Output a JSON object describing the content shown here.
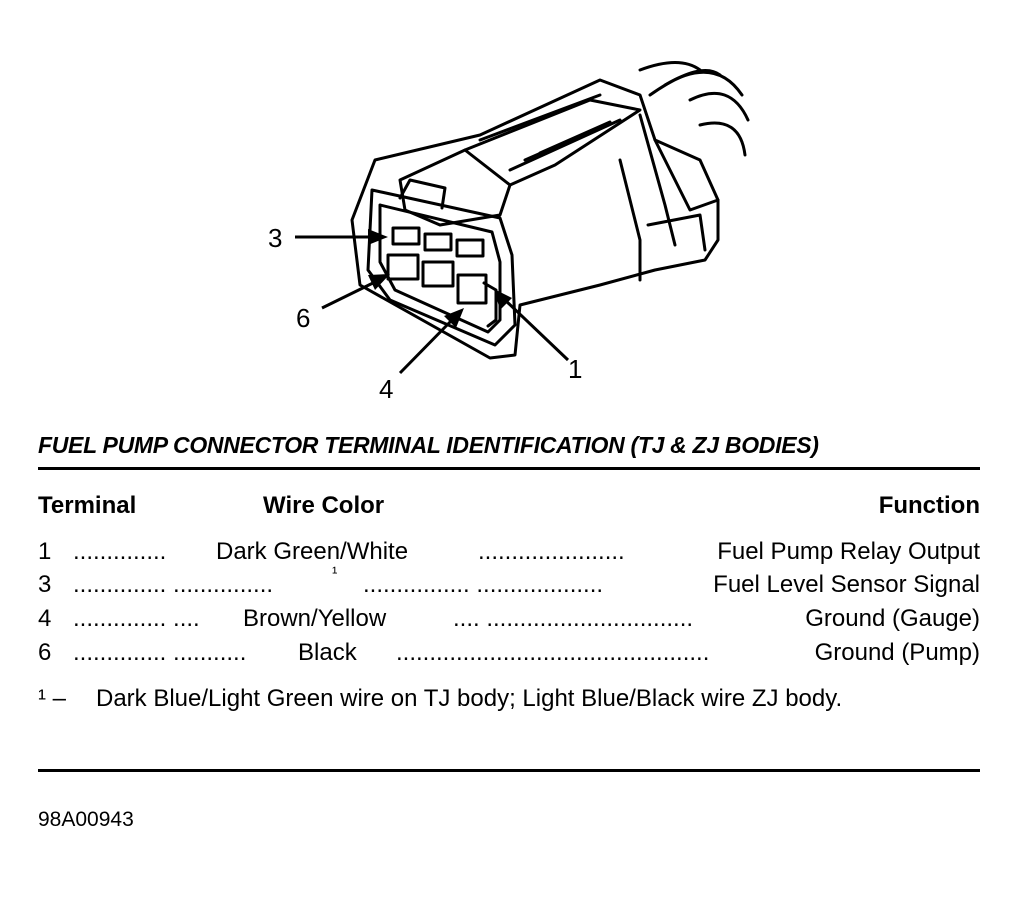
{
  "diagram": {
    "callouts": [
      "3",
      "6",
      "4",
      "1"
    ]
  },
  "title": "FUEL PUMP CONNECTOR TERMINAL IDENTIFICATION (TJ & ZJ BODIES)",
  "table": {
    "headers": {
      "terminal": "Terminal",
      "wire_color": "Wire Color",
      "function": "Function"
    },
    "rows": [
      {
        "terminal": "1",
        "lead": "..............",
        "color": "Dark Green/White",
        "dots": "......................",
        "function": "Fuel Pump Relay Output"
      },
      {
        "terminal": "3",
        "lead": ".............. ...............",
        "color": "¹",
        "dots": "................ ...................",
        "function": "Fuel Level Sensor Signal"
      },
      {
        "terminal": "4",
        "lead": ".............. ....",
        "color": "Brown/Yellow",
        "dots": ".... ...............................",
        "function": "Ground (Gauge)"
      },
      {
        "terminal": "6",
        "lead": ".............. ...........",
        "color": "Black",
        "dots": "...............................................",
        "function": "Ground (Pump)"
      }
    ]
  },
  "footnote": {
    "marker": "¹ –",
    "text": "Dark Blue/Light Green wire on TJ body; Light Blue/Black wire ZJ body."
  },
  "figure_id": "98A00943"
}
